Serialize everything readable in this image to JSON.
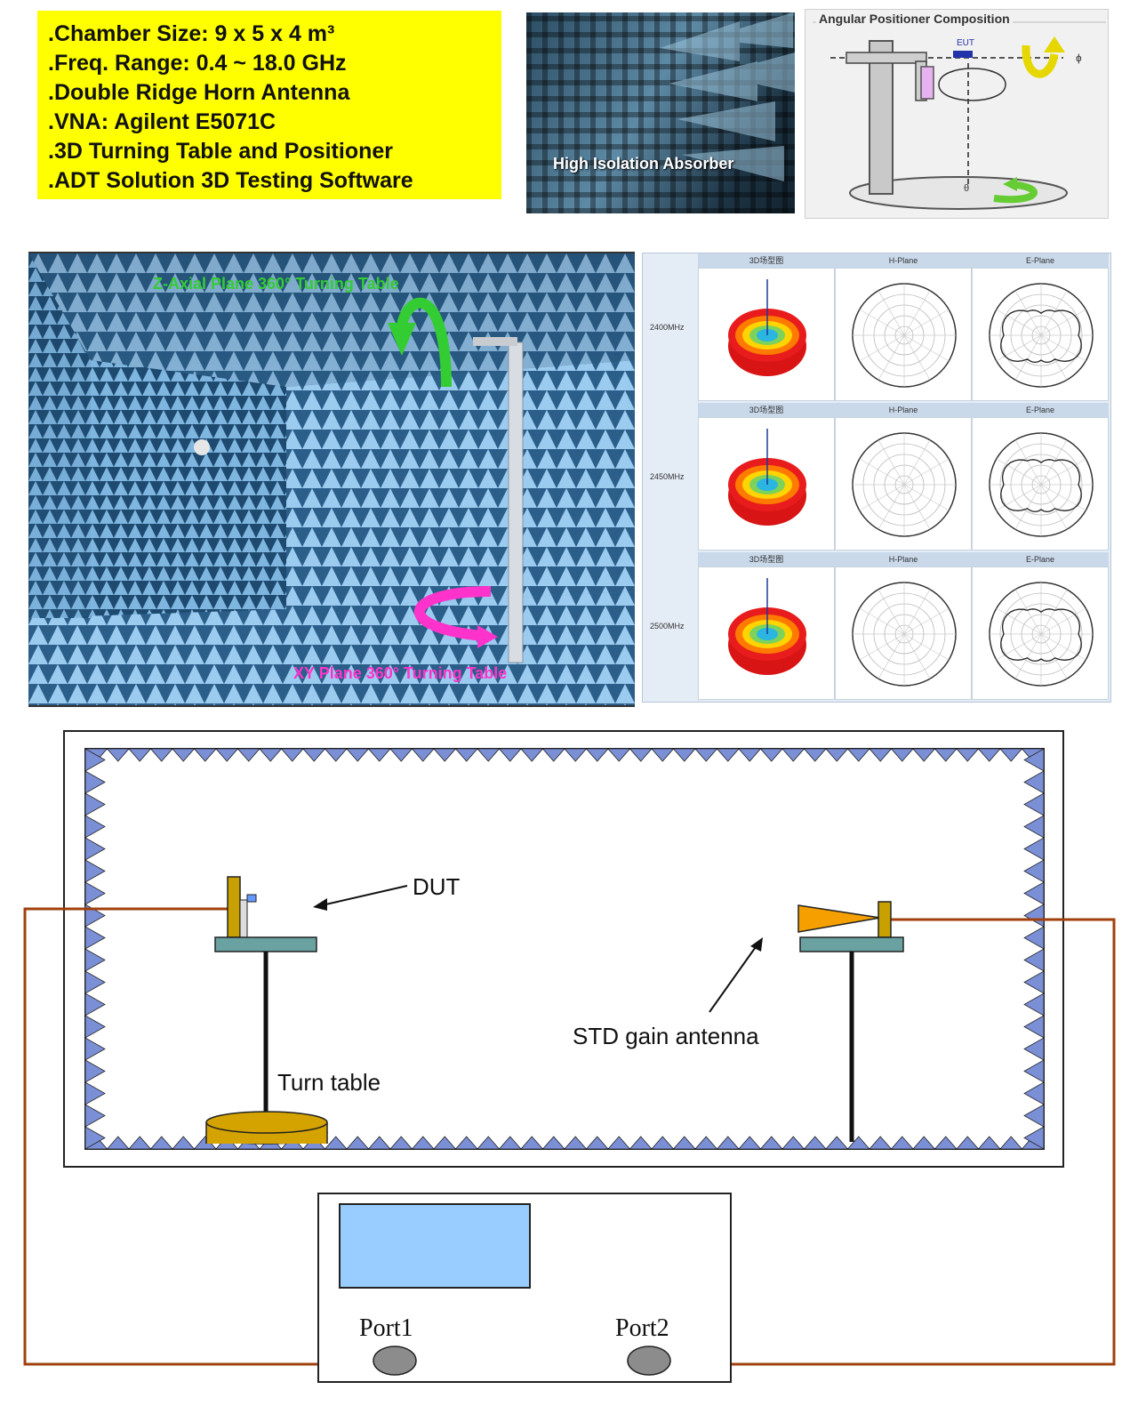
{
  "specs": {
    "lines": [
      ".Chamber Size: 9 x 5 x 4 m³",
      ".Freq. Range: 0.4 ~ 18.0 GHz",
      ".Double Ridge Horn Antenna",
      ".VNA: Agilent E5071C",
      ".3D Turning Table and Positioner",
      ".ADT Solution 3D Testing Software"
    ]
  },
  "absorber": {
    "label": "High Isolation Absorber"
  },
  "positioner": {
    "title": "Angular Positioner Composition",
    "eut_label": "EUT",
    "phi_symbol": "ɸ",
    "theta_symbol": "θ"
  },
  "chamber_photo": {
    "z_axis_label": "Z-Axial Plane 360° Turning Table",
    "xy_plane_label": "XY Plane 360° Turning Table"
  },
  "patterns": {
    "headers": [
      "3D场型图",
      "H-Plane",
      "E-Plane"
    ],
    "frequencies": [
      "2400MHz",
      "2450MHz",
      "2500MHz"
    ]
  },
  "setup": {
    "dut_label": "DUT",
    "std_antenna_label": "STD gain antenna",
    "turn_table_label": "Turn table",
    "port1_label": "Port1",
    "port2_label": "Port2"
  },
  "colors": {
    "spec_background": "#ffff00",
    "absorber_blue": "#7b8fd6",
    "cable": "#a0410d",
    "mast": "#c8a000",
    "platform": "#6aa1a1",
    "turntable": "#d4a300",
    "horn": "#f5a000",
    "vna_screen": "#99ccff",
    "port": "#8c8c8c",
    "z_arrow": "#33cc33",
    "xy_arrow": "#ff33cc"
  }
}
